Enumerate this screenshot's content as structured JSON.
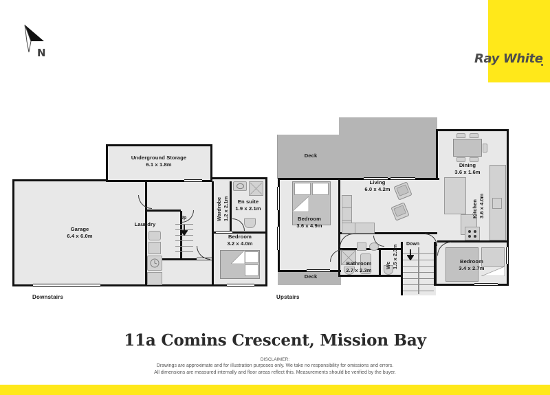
{
  "brand": {
    "name": "Ray White",
    "bar_color": "#ffe81a",
    "text_color": "#4d4d4d"
  },
  "compass": {
    "label": "N",
    "icon": "north-arrow-icon"
  },
  "title": "11a Comins Crescent, Mission Bay",
  "disclaimer": {
    "heading": "DISCLAIMER:",
    "line1": "Drawings are approximate and for illustration purposes only. We take no responsibility for omissions and errors.",
    "line2": "All dimensions are measured internally and floor areas reflect this. Measurements should be verified by the buyer."
  },
  "floors": [
    {
      "key": "downstairs",
      "label": "Downstairs",
      "rooms": [
        {
          "name": "Underground Storage",
          "dim": "6.1 x 1.8m"
        },
        {
          "name": "Garage",
          "dim": "6.4 x 6.0m"
        },
        {
          "name": "Laundry",
          "dim": ""
        },
        {
          "name": "Wardrobe",
          "dim": "1.2 x 2.1m"
        },
        {
          "name": "En suite",
          "dim": "1.9 x 2.1m"
        },
        {
          "name": "Bedroom",
          "dim": "3.2 x 4.0m"
        }
      ],
      "stairs": [
        {
          "label": "Up",
          "direction": "down-arrow"
        }
      ]
    },
    {
      "key": "upstairs",
      "label": "Upstairs",
      "rooms": [
        {
          "name": "Deck",
          "dim": ""
        },
        {
          "name": "Deck",
          "dim": ""
        },
        {
          "name": "Bedroom",
          "dim": "3.6 x 4.9m"
        },
        {
          "name": "Living",
          "dim": "6.0 x 4.2m"
        },
        {
          "name": "Dining",
          "dim": "3.6 x 1.6m"
        },
        {
          "name": "Kitchen",
          "dim": "3.6 x 4.0m"
        },
        {
          "name": "Bathroom",
          "dim": "2.7 x 2.3m"
        },
        {
          "name": "Wc",
          "dim": "1.5 x 2.3m"
        },
        {
          "name": "Bedroom",
          "dim": "3.4 x 2.7m"
        }
      ],
      "stairs": [
        {
          "label": "Down",
          "direction": "down-arrow"
        }
      ]
    }
  ],
  "colors": {
    "room_fill": "#e8e8e8",
    "deck_fill": "#b5b5b5",
    "wall": "#111111",
    "fixture": "#d2d2d2"
  }
}
